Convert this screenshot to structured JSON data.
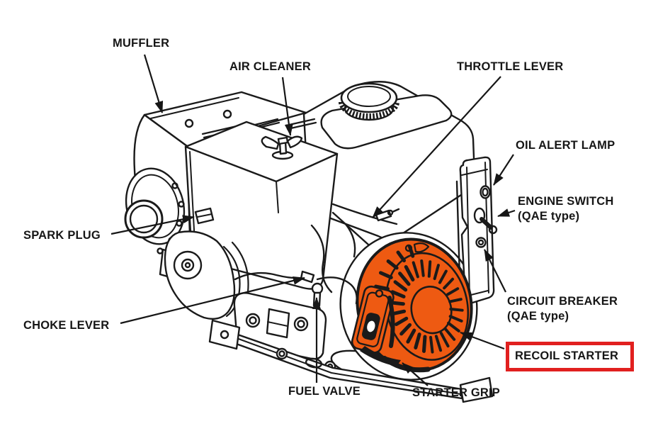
{
  "colors": {
    "background": "#ffffff",
    "text_color": "#161616",
    "line_color": "#1a1a1a",
    "starter_orange": "#ee5a12",
    "highlight_red": "#e1201f"
  },
  "labels": {
    "muffler": {
      "text": "MUFFLER"
    },
    "air_cleaner": {
      "text": "AIR CLEANER"
    },
    "throttle_lever": {
      "text": "THROTTLE LEVER"
    },
    "oil_alert_lamp": {
      "text": "OIL ALERT LAMP"
    },
    "engine_switch": {
      "line1": "ENGINE SWITCH",
      "line2": "(QAE type)"
    },
    "spark_plug": {
      "text": "SPARK PLUG"
    },
    "choke_lever": {
      "text": "CHOKE LEVER"
    },
    "circuit_breaker": {
      "line1": "CIRCUIT BREAKER",
      "line2": "(QAE type)"
    },
    "recoil_starter": {
      "text": "RECOIL STARTER",
      "highlighted": "true"
    },
    "fuel_valve": {
      "text": "FUEL VALVE"
    },
    "starter_grip": {
      "text": "STARTER GRIP"
    }
  }
}
